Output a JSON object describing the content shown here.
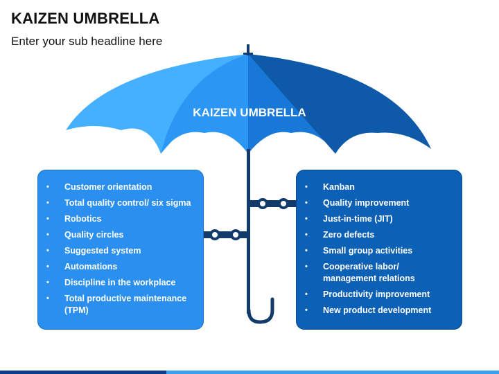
{
  "header": {
    "title": "KAIZEN UMBRELLA",
    "subtitle": "Enter your sub headline here"
  },
  "umbrella": {
    "label": "KAIZEN UMBRELLA",
    "colors": {
      "panel_light": "#45b0ff",
      "panel_mid1": "#2c96f5",
      "panel_mid2": "#1878d8",
      "panel_dark": "#0e5aa8",
      "panel_darkest": "#0b4b8c",
      "handle": "#123a6b"
    }
  },
  "left_list": {
    "bullet": "•",
    "items": [
      "Customer orientation",
      "Total quality control/ six sigma",
      "Robotics",
      "Quality circles",
      "Suggested system",
      "Automations",
      "Discipline in the workplace",
      "Total productive maintenance (TPM)"
    ]
  },
  "right_list": {
    "bullet": "•",
    "items": [
      "Kanban",
      "Quality improvement",
      "Just-in-time (JIT)",
      "Zero defects",
      "Small group activities",
      "Cooperative labor/ management relations",
      "Productivity improvement",
      "New product development"
    ]
  }
}
